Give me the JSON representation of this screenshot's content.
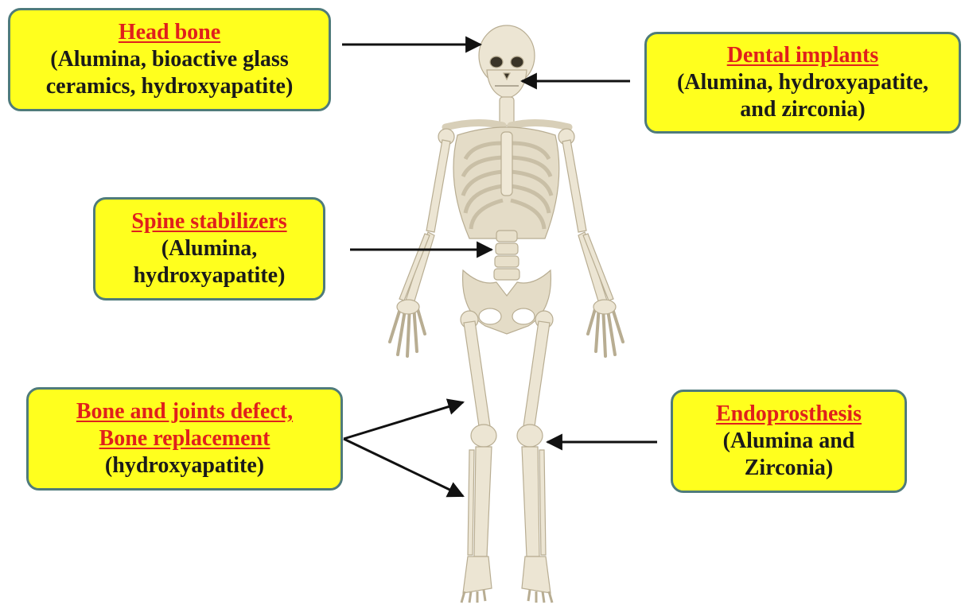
{
  "labels": {
    "head": {
      "title": "Head bone",
      "lines": [
        "(Alumina, bioactive glass",
        "ceramics, hydroxyapatite)"
      ]
    },
    "dental": {
      "title": "Dental implants",
      "lines": [
        "(Alumina, hydroxyapatite,",
        "and zirconia)"
      ]
    },
    "spine": {
      "title": "Spine stabilizers",
      "lines": [
        "(Alumina,",
        "hydroxyapatite)"
      ]
    },
    "bone": {
      "title_lines": [
        "Bone and joints defect,",
        "Bone replacement"
      ],
      "lines": [
        "(hydroxyapatite)"
      ]
    },
    "endo": {
      "title": "Endoprosthesis",
      "lines": [
        "(Alumina and",
        "Zirconia)"
      ]
    }
  },
  "colors": {
    "box_fill": "#ffff1e",
    "box_border": "#4f7b7b",
    "title_text": "#e0201c",
    "body_text": "#1a1a1a",
    "arrow": "#111111",
    "bone": "#ece5d3",
    "bone_shade": "#c9bfa6"
  }
}
